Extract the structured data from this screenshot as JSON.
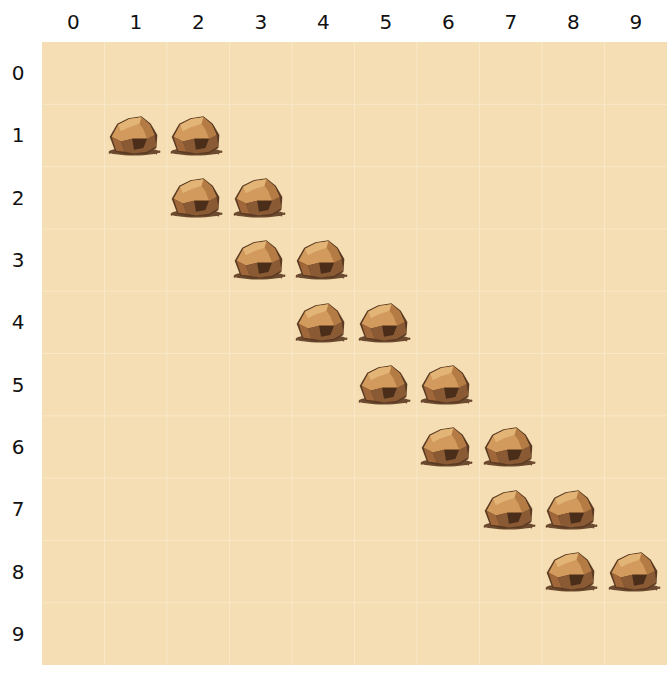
{
  "diagram": {
    "labels": [
      "0",
      "1",
      "2",
      "3",
      "4",
      "5",
      "6",
      "7",
      "8",
      "9",
      "0",
      "1",
      "2",
      "3",
      "4",
      "5",
      "6",
      "7",
      "8",
      "9"
    ]
  }
}
